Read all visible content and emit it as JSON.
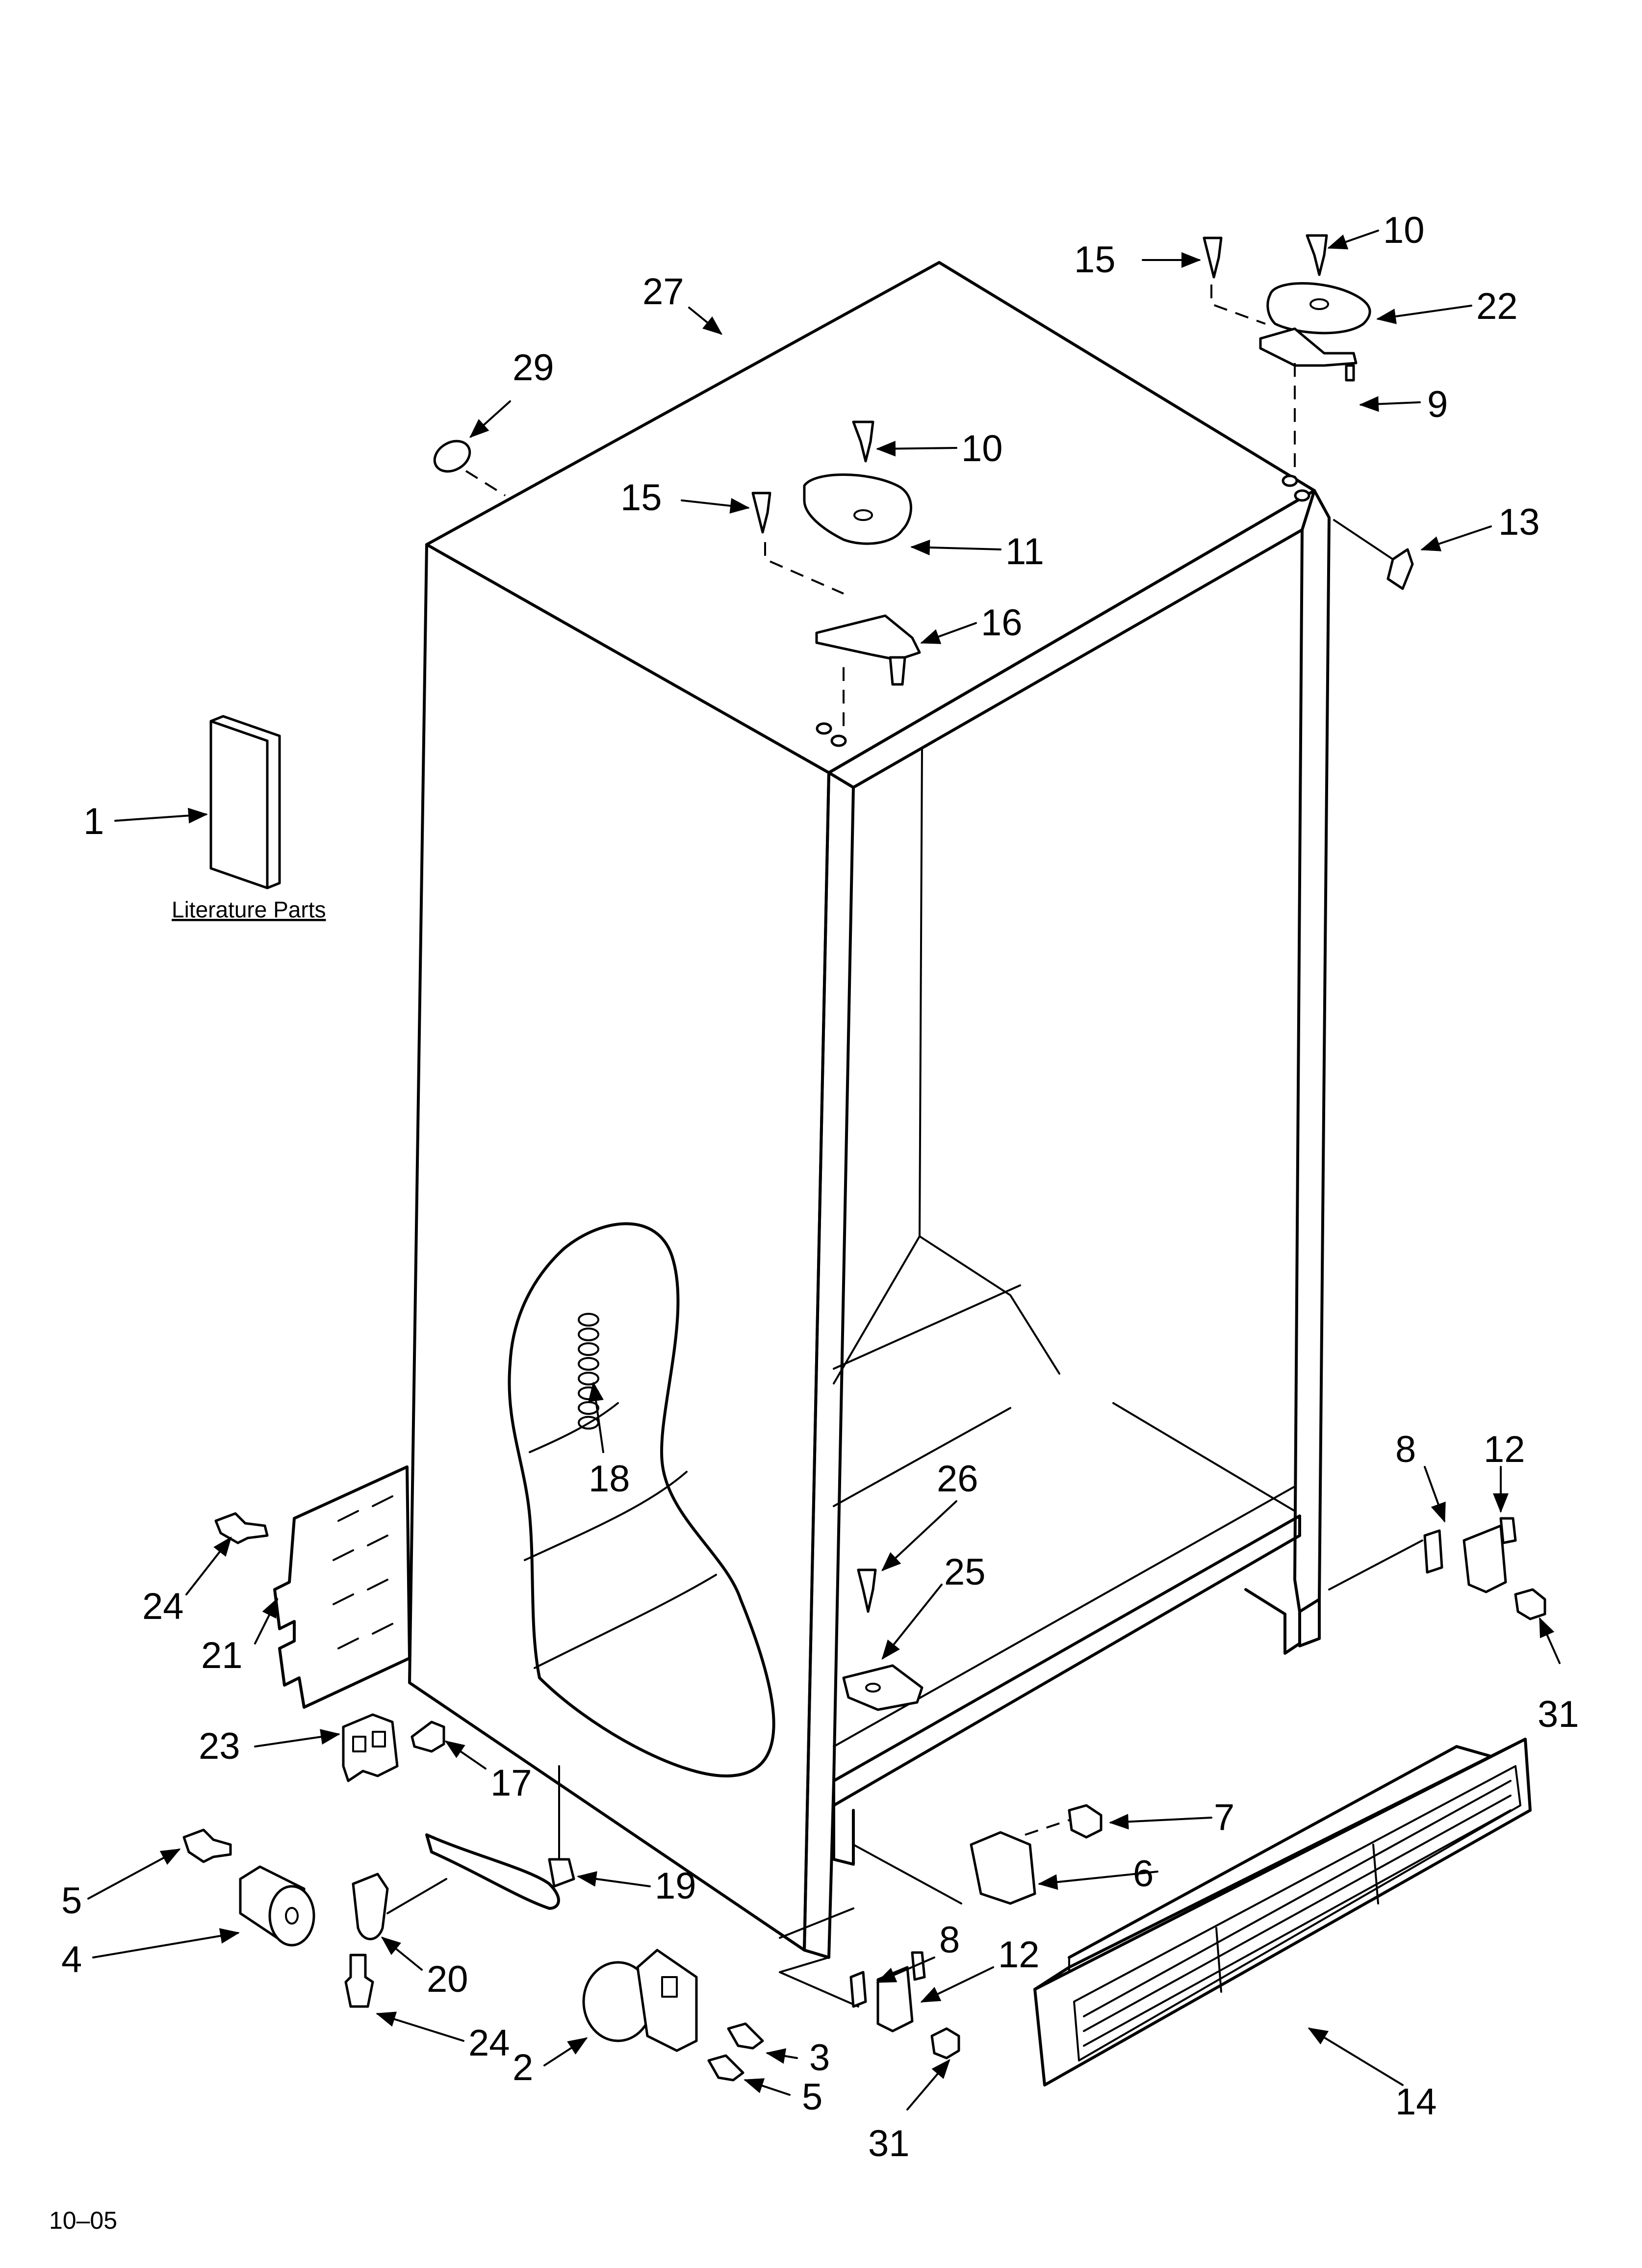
{
  "literature_label": "Literature Parts",
  "footer_code": "10–05",
  "callouts": [
    {
      "id": "c1",
      "label": "1"
    },
    {
      "id": "c2",
      "label": "2"
    },
    {
      "id": "c3",
      "label": "3"
    },
    {
      "id": "c4",
      "label": "4"
    },
    {
      "id": "c5a",
      "label": "5"
    },
    {
      "id": "c5b",
      "label": "5"
    },
    {
      "id": "c6",
      "label": "6"
    },
    {
      "id": "c7",
      "label": "7"
    },
    {
      "id": "c8a",
      "label": "8"
    },
    {
      "id": "c8b",
      "label": "8"
    },
    {
      "id": "c9",
      "label": "9"
    },
    {
      "id": "c10a",
      "label": "10"
    },
    {
      "id": "c10b",
      "label": "10"
    },
    {
      "id": "c11",
      "label": "11"
    },
    {
      "id": "c12a",
      "label": "12"
    },
    {
      "id": "c12b",
      "label": "12"
    },
    {
      "id": "c13",
      "label": "13"
    },
    {
      "id": "c14",
      "label": "14"
    },
    {
      "id": "c15a",
      "label": "15"
    },
    {
      "id": "c15b",
      "label": "15"
    },
    {
      "id": "c16",
      "label": "16"
    },
    {
      "id": "c17",
      "label": "17"
    },
    {
      "id": "c18",
      "label": "18"
    },
    {
      "id": "c19",
      "label": "19"
    },
    {
      "id": "c20",
      "label": "20"
    },
    {
      "id": "c21",
      "label": "21"
    },
    {
      "id": "c22",
      "label": "22"
    },
    {
      "id": "c23",
      "label": "23"
    },
    {
      "id": "c24a",
      "label": "24"
    },
    {
      "id": "c24b",
      "label": "24"
    },
    {
      "id": "c25",
      "label": "25"
    },
    {
      "id": "c26",
      "label": "26"
    },
    {
      "id": "c27",
      "label": "27"
    },
    {
      "id": "c29",
      "label": "29"
    },
    {
      "id": "c31a",
      "label": "31"
    },
    {
      "id": "c31b",
      "label": "31"
    }
  ]
}
